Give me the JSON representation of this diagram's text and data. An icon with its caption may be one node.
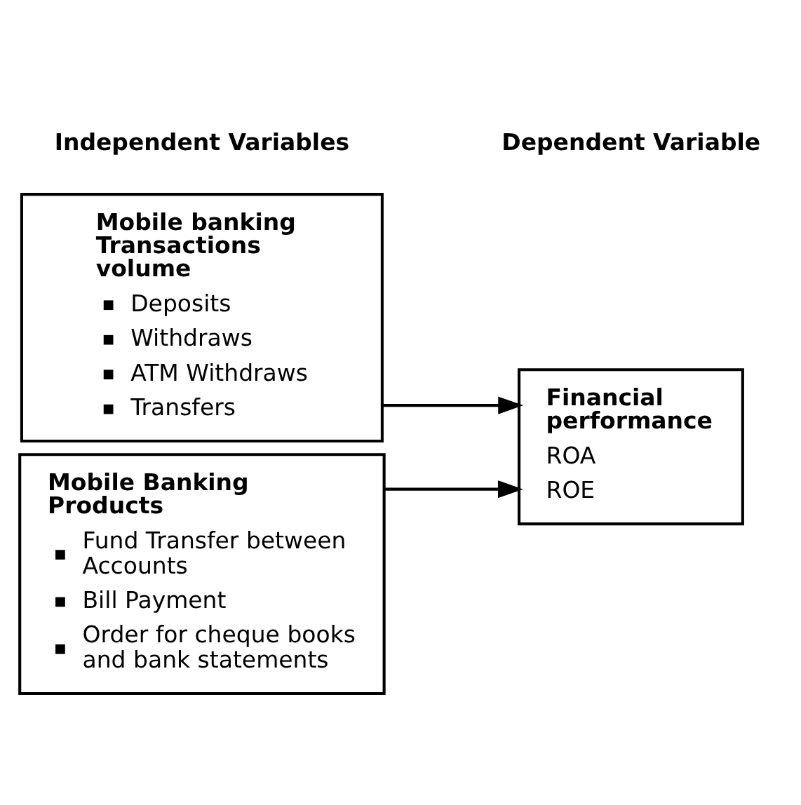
{
  "diagram": {
    "nodes": [
      {
        "text": [
          "Mobile banking Transactions volume",
          "Deposits",
          "Withdraws",
          "ATM Withdraws",
          "Transfers"
        ]
      },
      {
        "text": [
          "Mobile Banking Products",
          "Fund Transfer between Accounts",
          "Bill Payment",
          "Order for cheque books and bank statements"
        ]
      },
      {
        "text": [
          "Financial performance",
          "ROA",
          "ROE"
        ]
      }
    ],
    "edges": [
      {
        "from": 0,
        "to": 2,
        "arrow": "to"
      },
      {
        "from": 1,
        "to": 2,
        "arrow": "to"
      }
    ],
    "labels": [
      "Independent Variables",
      "Dependent Variable"
    ]
  }
}
